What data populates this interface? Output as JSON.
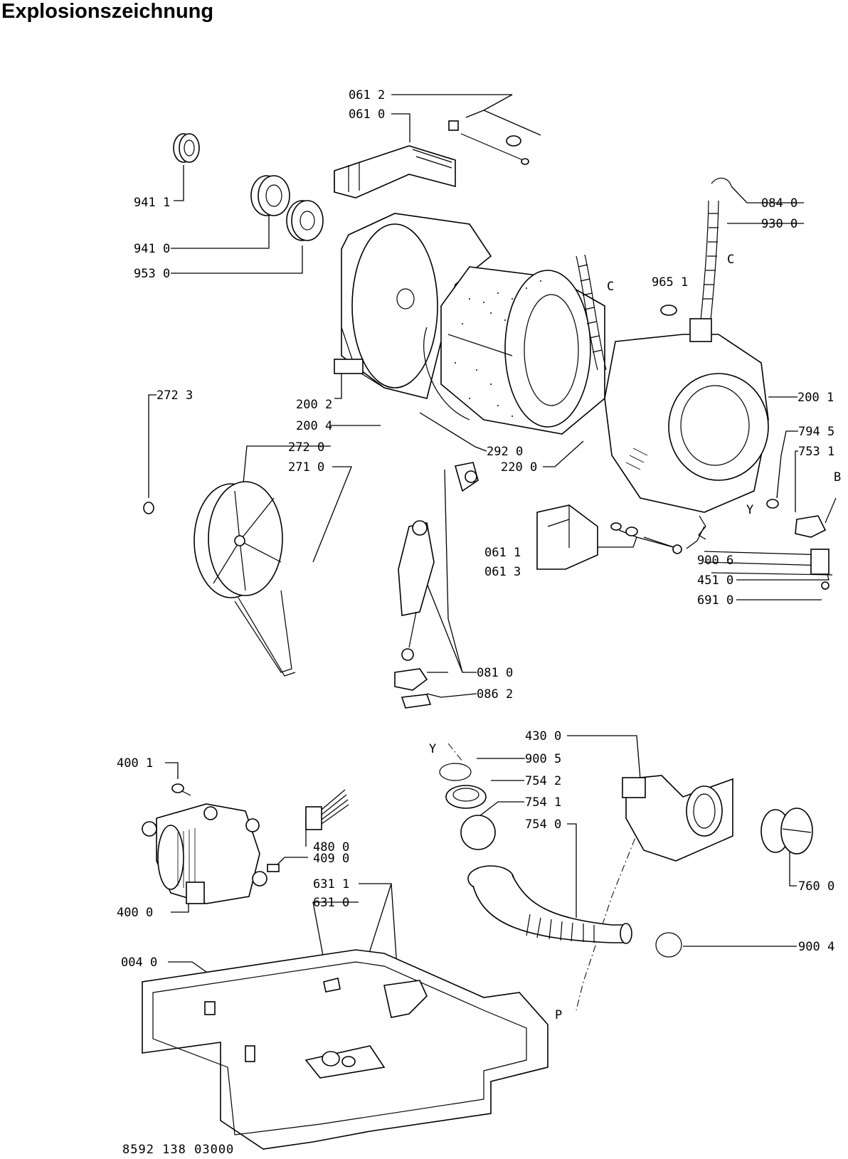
{
  "title": "Explosionszeichnung",
  "doc_number": "8592 138 03000",
  "callouts": [
    {
      "id": "c0612",
      "text": "061 2"
    },
    {
      "id": "c0610",
      "text": "061 0"
    },
    {
      "id": "c9411",
      "text": "941 1"
    },
    {
      "id": "c9410",
      "text": "941 0"
    },
    {
      "id": "c9530",
      "text": "953 0"
    },
    {
      "id": "c0840",
      "text": "084 0"
    },
    {
      "id": "c9300",
      "text": "930 0"
    },
    {
      "id": "c9651",
      "text": "965 1"
    },
    {
      "id": "c2723",
      "text": "272 3"
    },
    {
      "id": "c2002",
      "text": "200 2"
    },
    {
      "id": "c2004",
      "text": "200 4"
    },
    {
      "id": "c2720",
      "text": "272 0"
    },
    {
      "id": "c2710",
      "text": "271 0"
    },
    {
      "id": "c2920",
      "text": "292 0"
    },
    {
      "id": "c2200",
      "text": "220 0"
    },
    {
      "id": "c2001",
      "text": "200 1"
    },
    {
      "id": "c7945",
      "text": "794 5"
    },
    {
      "id": "c7531",
      "text": "753 1"
    },
    {
      "id": "c0611",
      "text": "061 1"
    },
    {
      "id": "c0613",
      "text": "061 3"
    },
    {
      "id": "c9006",
      "text": "900 6"
    },
    {
      "id": "c4510",
      "text": "451 0"
    },
    {
      "id": "c6910",
      "text": "691 0"
    },
    {
      "id": "c0810",
      "text": "081 0"
    },
    {
      "id": "c0862",
      "text": "086 2"
    },
    {
      "id": "c4300",
      "text": "430 0"
    },
    {
      "id": "c9005",
      "text": "900 5"
    },
    {
      "id": "c7542",
      "text": "754 2"
    },
    {
      "id": "c7541",
      "text": "754 1"
    },
    {
      "id": "c7540",
      "text": "754 0"
    },
    {
      "id": "c4001",
      "text": "400 1"
    },
    {
      "id": "c4800",
      "text": "480 0"
    },
    {
      "id": "c4090",
      "text": "409 0"
    },
    {
      "id": "c4000",
      "text": "400 0"
    },
    {
      "id": "c6311",
      "text": "631 1"
    },
    {
      "id": "c6310",
      "text": "631 0"
    },
    {
      "id": "c7600",
      "text": "760 0"
    },
    {
      "id": "c9004",
      "text": "900 4"
    },
    {
      "id": "c0040",
      "text": "004 0"
    }
  ],
  "markers": {
    "c_a": "C",
    "c_b": "C",
    "y_a": "Y",
    "y_b": "Y",
    "b": "B",
    "p": "P"
  }
}
